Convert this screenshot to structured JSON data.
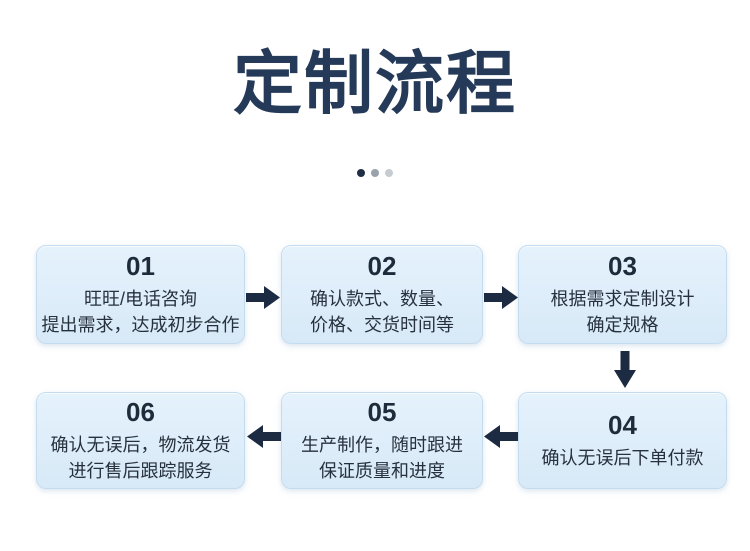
{
  "page": {
    "background": "#ffffff"
  },
  "header": {
    "title": "定制流程",
    "title_color": "#253a58",
    "dots": [
      {
        "name": "dot-active",
        "color": "#202e46"
      },
      {
        "name": "dot-inactive-1",
        "color": "#99a2ab"
      },
      {
        "name": "dot-inactive-2",
        "color": "#c6ccd2"
      }
    ]
  },
  "flow": {
    "arrow_color": "#1c2b42",
    "number_color": "#1d2b3a",
    "text_color": "#27313d",
    "box_bg_top": "#e5f2fc",
    "box_bg_bottom": "#d7e9f7",
    "box_border": "#c5dcef",
    "steps": [
      {
        "number": "01",
        "lines": [
          "旺旺/电话咨询",
          "提出需求，达成初步合作"
        ]
      },
      {
        "number": "02",
        "lines": [
          "确认款式、数量、",
          "价格、交货时间等"
        ]
      },
      {
        "number": "03",
        "lines": [
          "根据需求定制设计",
          "确定规格"
        ]
      },
      {
        "number": "04",
        "lines": [
          "确认无误后下单付款"
        ]
      },
      {
        "number": "05",
        "lines": [
          "生产制作，随时跟进",
          "保证质量和进度"
        ]
      },
      {
        "number": "06",
        "lines": [
          "确认无误后，物流发货",
          "进行售后跟踪服务"
        ]
      }
    ]
  }
}
